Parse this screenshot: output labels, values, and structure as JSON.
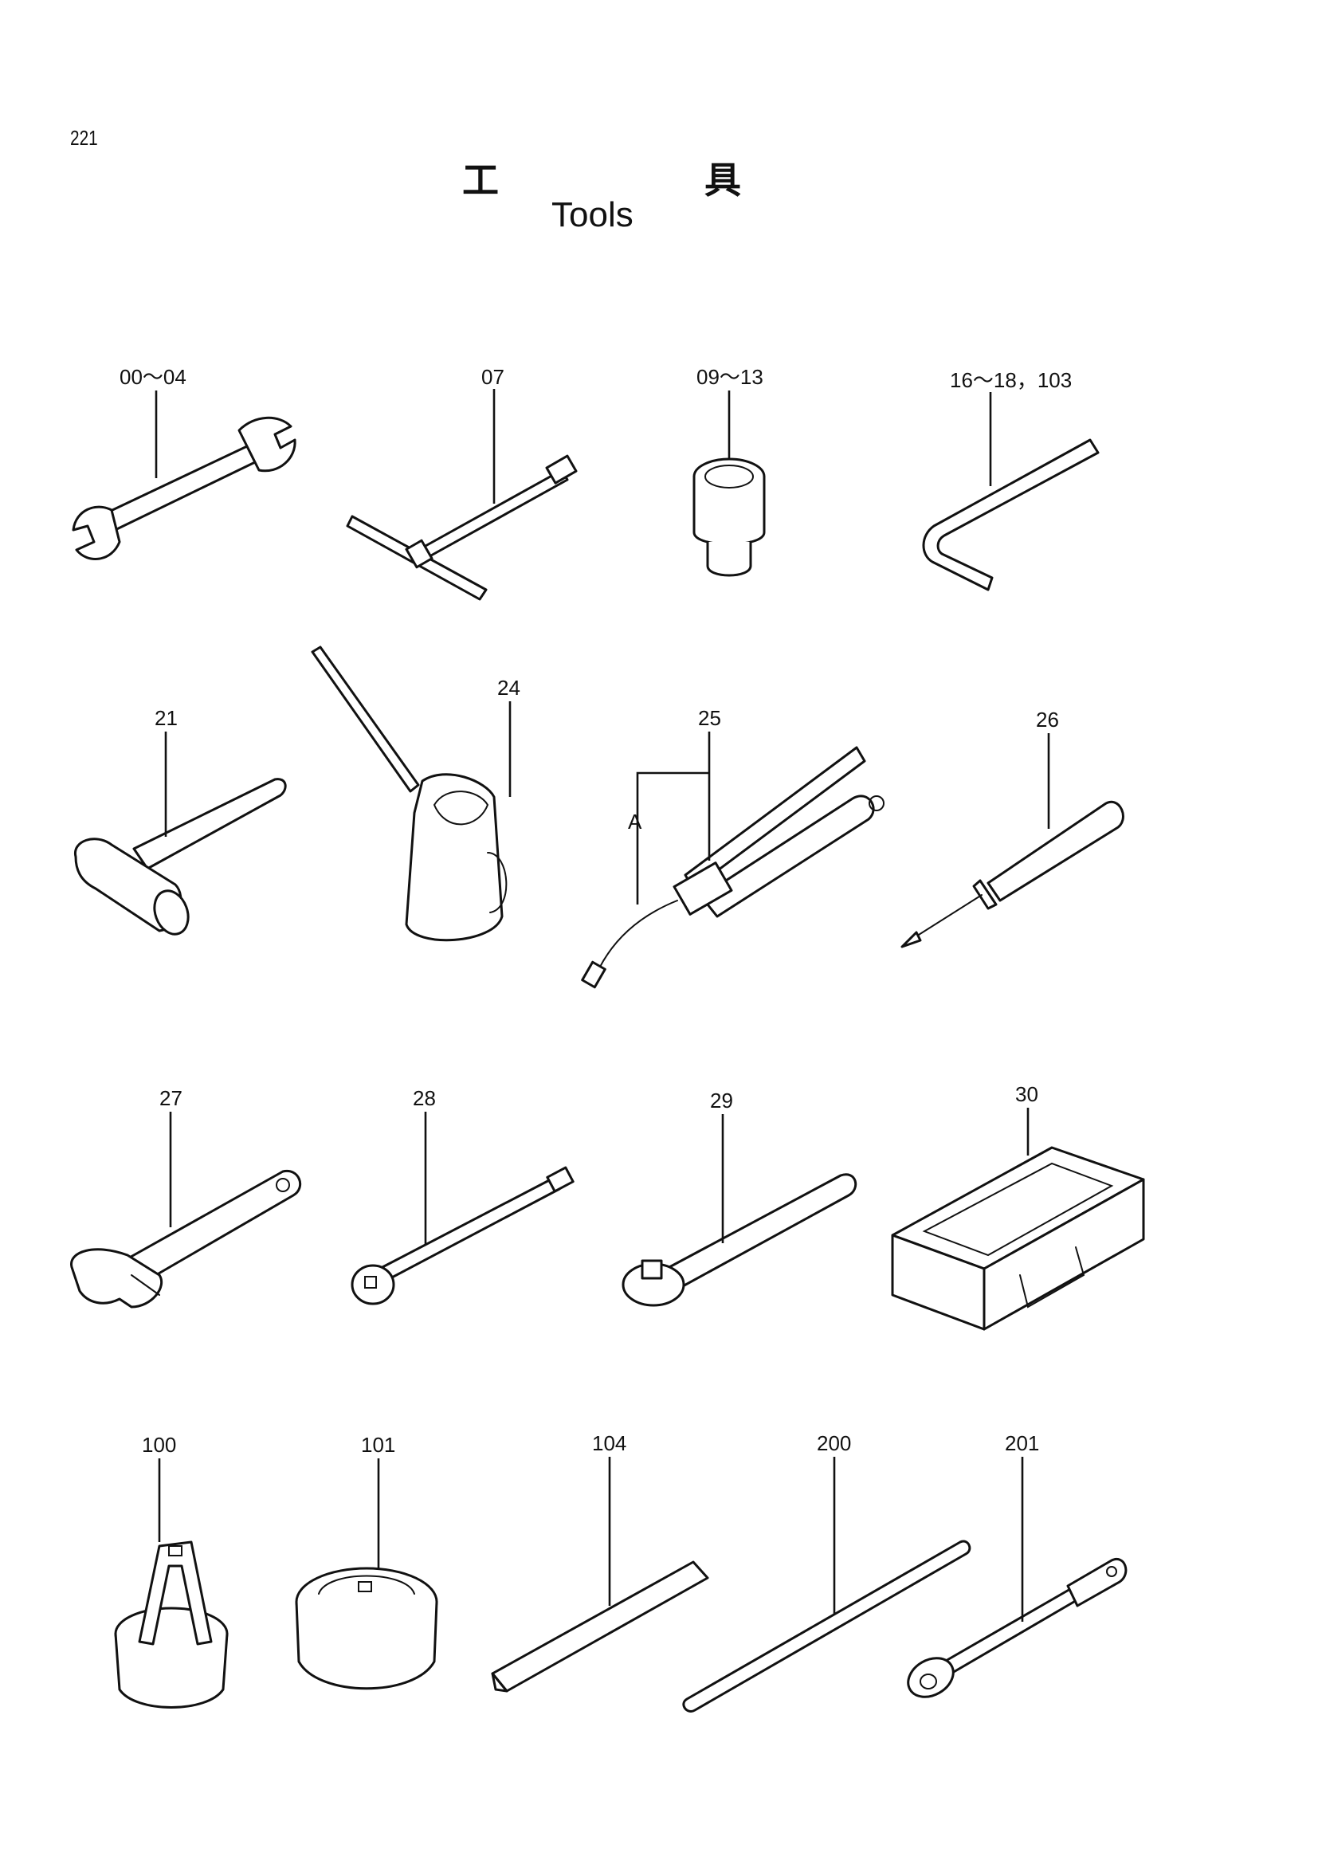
{
  "page": {
    "number": "221"
  },
  "title": {
    "jp_left": "工",
    "jp_right": "具",
    "en": "Tools"
  },
  "callouts": {
    "wrench_double_open": "00～04",
    "t_handle_wrench": "07",
    "socket": "09～13",
    "hex_key": "16～18，103",
    "hammer": "21",
    "oil_can": "24",
    "grease_gun": "25",
    "grease_gun_sub": "A",
    "screwdriver": "26",
    "adjustable_wrench": "27",
    "extension_bar": "28",
    "ratchet_handle": "29",
    "tool_box": "30",
    "filter_wrench_a": "100",
    "filter_wrench_b": "101",
    "hex_bar": "104",
    "rod": "200",
    "box_wrench": "201"
  }
}
